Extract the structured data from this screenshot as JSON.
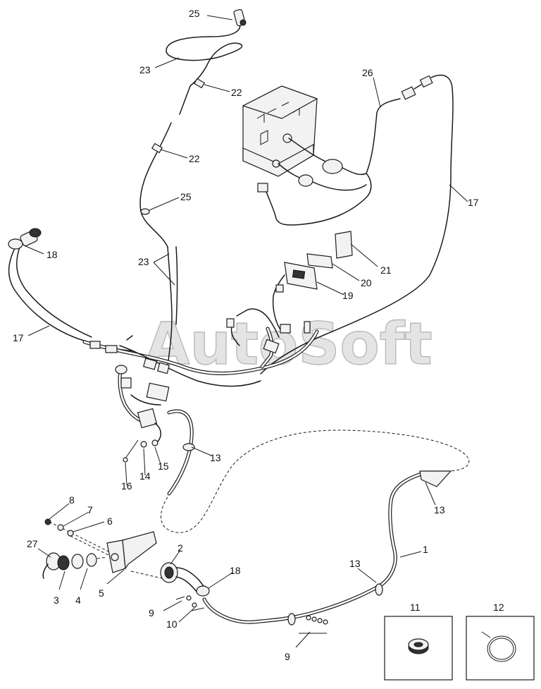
{
  "watermark": "AutoSoft",
  "callouts": [
    {
      "id": "c1",
      "text": "1"
    },
    {
      "id": "c2",
      "text": "2"
    },
    {
      "id": "c3",
      "text": "3"
    },
    {
      "id": "c4",
      "text": "4"
    },
    {
      "id": "c5",
      "text": "5"
    },
    {
      "id": "c6",
      "text": "6"
    },
    {
      "id": "c7",
      "text": "7"
    },
    {
      "id": "c8",
      "text": "8"
    },
    {
      "id": "c9a",
      "text": "9"
    },
    {
      "id": "c9b",
      "text": "9"
    },
    {
      "id": "c10",
      "text": "10"
    },
    {
      "id": "c11",
      "text": "11"
    },
    {
      "id": "c12",
      "text": "12"
    },
    {
      "id": "c13a",
      "text": "13"
    },
    {
      "id": "c13b",
      "text": "13"
    },
    {
      "id": "c13c",
      "text": "13"
    },
    {
      "id": "c14",
      "text": "14"
    },
    {
      "id": "c15",
      "text": "15"
    },
    {
      "id": "c16",
      "text": "16"
    },
    {
      "id": "c17a",
      "text": "17"
    },
    {
      "id": "c17b",
      "text": "17"
    },
    {
      "id": "c18a",
      "text": "18"
    },
    {
      "id": "c18b",
      "text": "18"
    },
    {
      "id": "c19",
      "text": "19"
    },
    {
      "id": "c20",
      "text": "20"
    },
    {
      "id": "c21",
      "text": "21"
    },
    {
      "id": "c22a",
      "text": "22"
    },
    {
      "id": "c22b",
      "text": "22"
    },
    {
      "id": "c23a",
      "text": "23"
    },
    {
      "id": "c23b",
      "text": "23"
    },
    {
      "id": "c25a",
      "text": "25"
    },
    {
      "id": "c25b",
      "text": "25"
    },
    {
      "id": "c26",
      "text": "26"
    },
    {
      "id": "c27",
      "text": "27"
    }
  ],
  "insets": {
    "grommet_label": "11",
    "clamp_label": "12"
  }
}
